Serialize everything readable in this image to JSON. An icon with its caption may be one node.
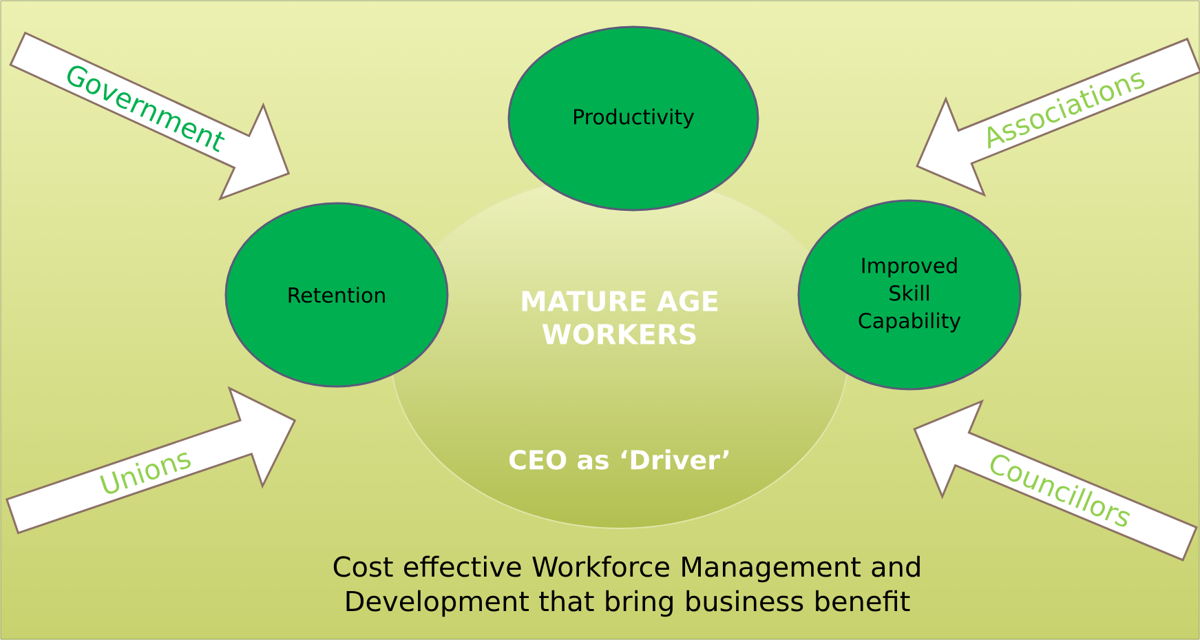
{
  "diagram": {
    "nodes": [
      {
        "text": [
          "Government"
        ]
      },
      {
        "text": [
          "Productivity"
        ]
      },
      {
        "text": [
          "Associations"
        ]
      },
      {
        "text": [
          "MATURE AGE WORKERS",
          "CEO as ‘Driver’"
        ]
      },
      {
        "text": [
          "Retention"
        ]
      },
      {
        "text": [
          "Improved Skill Capability"
        ]
      },
      {
        "text": [
          "Unions"
        ]
      },
      {
        "text": [
          "Councillors"
        ]
      }
    ],
    "caption": "Cost effective Workforce Management and Development that bring business benefit"
  }
}
